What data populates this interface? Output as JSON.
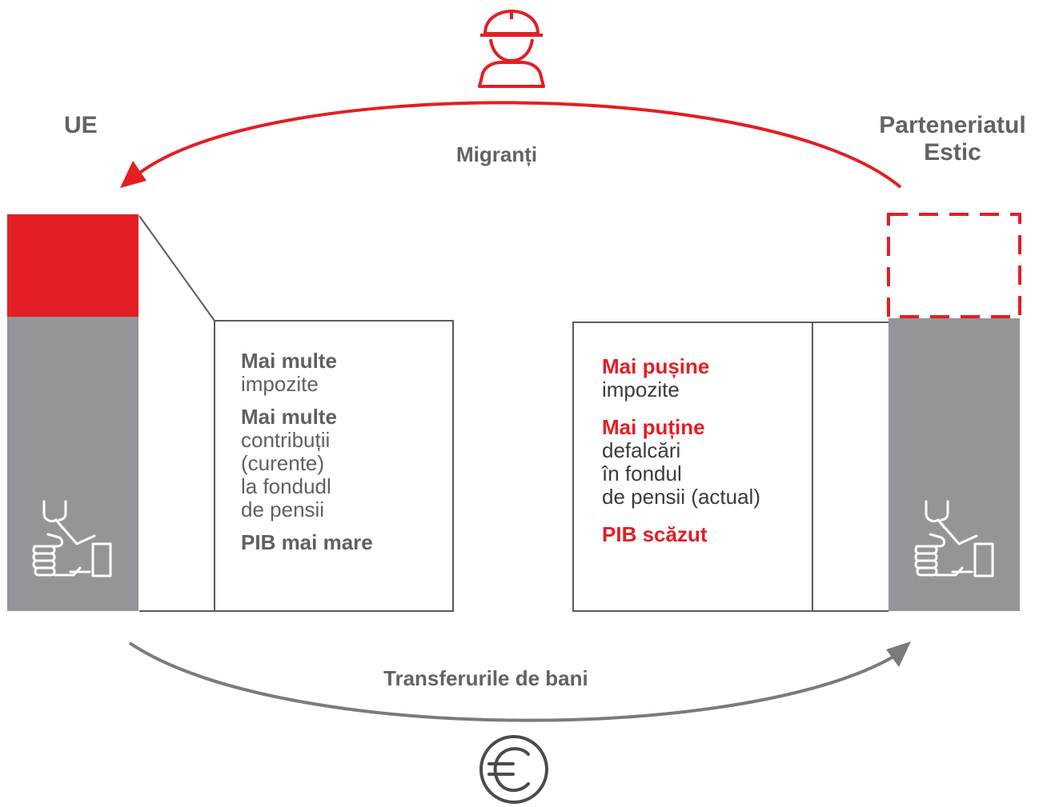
{
  "labels": {
    "left_region": "UE",
    "right_region_line1": "Parteneriatul",
    "right_region_line2": "Estic",
    "top_arrow": "Migranți",
    "bottom_arrow": "Transferurile de bani"
  },
  "left_box": {
    "item1_bold": "Mai multe",
    "item1_text": "impozite",
    "item2_bold": "Mai multe",
    "item2_line1": "contribuții",
    "item2_line2": "(curente)",
    "item2_line3": "la fondudl",
    "item2_line4": "de pensii",
    "item3_bold": "PIB mai mare"
  },
  "right_box": {
    "item1_bold": "Mai pușine",
    "item1_text": "impozite",
    "item2_bold": "Mai puține",
    "item2_line1": "defalcări",
    "item2_line2": "în fondul",
    "item2_line3": "de pensii (actual)",
    "item3_bold": "PIB scăzut"
  },
  "colors": {
    "red": "#e31e24",
    "gray_bar": "#939598",
    "arrow_gray": "#7a7b7e",
    "box_border": "#5a5b5e"
  },
  "icons": {
    "top": "construction-worker-icon",
    "bottom": "euro-coin-icon",
    "bars": "worker-hand-wrench-icon"
  }
}
